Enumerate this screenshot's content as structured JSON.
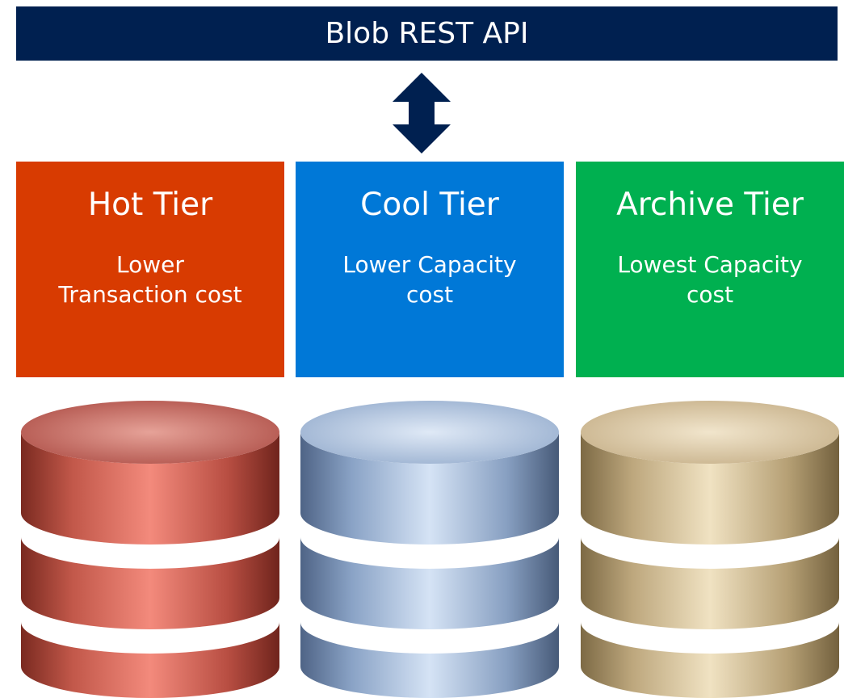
{
  "header": {
    "title": "Blob REST API"
  },
  "tiers": [
    {
      "key": "hot",
      "title": "Hot Tier",
      "desc_line1": "Lower",
      "desc_line2": "Transaction cost",
      "color": "#d83b01",
      "db_color": "#c96456"
    },
    {
      "key": "cool",
      "title": "Cool Tier",
      "desc_line1": "Lower Capacity",
      "desc_line2": "cost",
      "color": "#0078d7",
      "db_color": "#9fb8d9"
    },
    {
      "key": "archive",
      "title": "Archive Tier",
      "desc_line1": "Lowest Capacity",
      "desc_line2": "cost",
      "color": "#00b050",
      "db_color": "#d4bf95"
    }
  ],
  "colors": {
    "header_bg": "#002050",
    "arrow": "#002050"
  }
}
